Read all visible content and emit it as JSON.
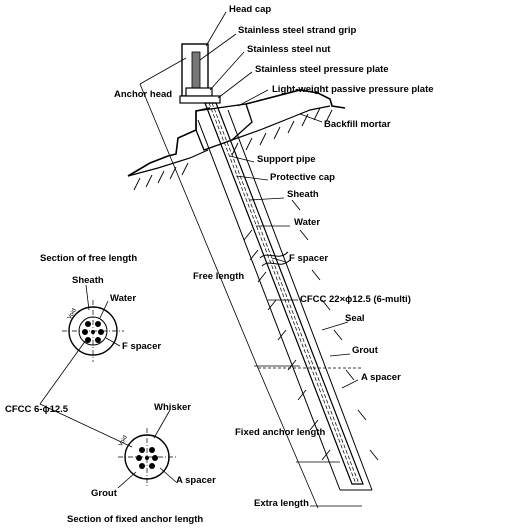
{
  "labels": {
    "head_cap": "Head cap",
    "strand_grip": "Stainless steel strand grip",
    "nut": "Stainless steel nut",
    "pressure_plate": "Stainless steel pressure plate",
    "passive_plate": "Light-weight passive pressure plate",
    "anchor_head": "Anchor head",
    "backfill_mortar": "Backfill mortar",
    "support_pipe": "Support pipe",
    "protective_cap": "Protective cap",
    "sheath": "Sheath",
    "water": "Water",
    "f_spacer": "F spacer",
    "cfcc_multi": "CFCC 22×ϕ12.5 (6-multi)",
    "seal": "Seal",
    "grout": "Grout",
    "a_spacer": "A spacer",
    "free_length": "Free length",
    "fixed_anchor_length": "Fixed anchor length",
    "extra_length": "Extra length"
  },
  "free_section": {
    "title": "Section of free length",
    "sheath": "Sheath",
    "water": "Water",
    "f_spacer": "F spacer",
    "void": "Void"
  },
  "cfcc_small": "CFCC 6-ϕ12.5",
  "fixed_section": {
    "title": "Section of fixed anchor length",
    "whisker": "Whisker",
    "grout": "Grout",
    "a_spacer": "A spacer",
    "void": "Void"
  }
}
